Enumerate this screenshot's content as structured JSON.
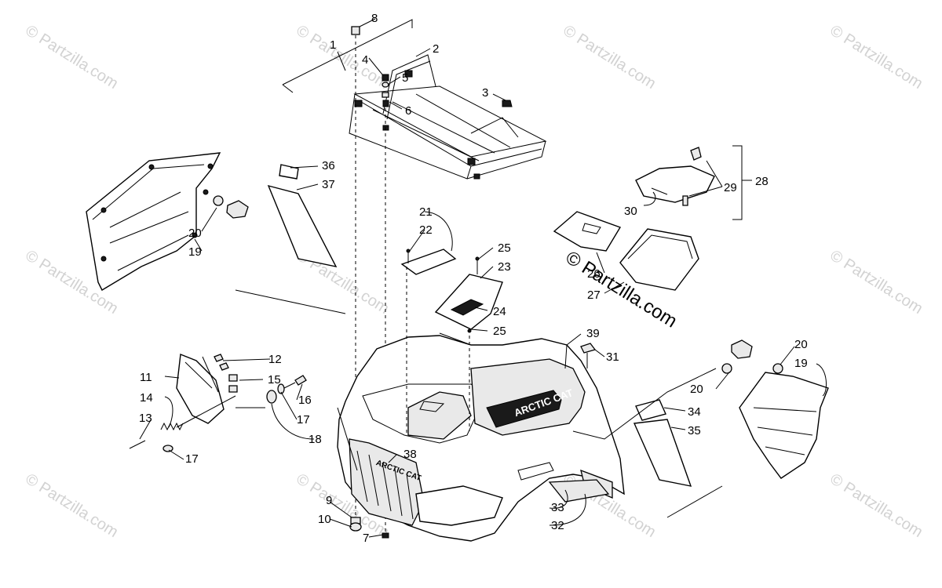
{
  "watermark": {
    "text": "© Partzilla.com",
    "center_text": "© Partzilla.com"
  },
  "decal": {
    "brand_side": "ARCTIC CAT",
    "brand_front": "ARCTIC CAT"
  },
  "callouts": [
    "1",
    "2",
    "3",
    "4",
    "5",
    "6",
    "7",
    "8",
    "9",
    "10",
    "11",
    "12",
    "13",
    "14",
    "15",
    "16",
    "17",
    "17",
    "18",
    "19",
    "19",
    "20",
    "20",
    "20",
    "21",
    "22",
    "23",
    "24",
    "25",
    "25",
    "26",
    "27",
    "28",
    "29",
    "30",
    "31",
    "32",
    "33",
    "34",
    "35",
    "36",
    "37",
    "38",
    "39"
  ]
}
